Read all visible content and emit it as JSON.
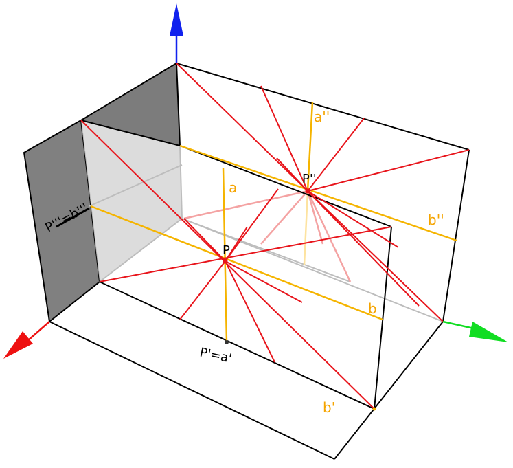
{
  "diagram": {
    "labels": {
      "p_point": "P",
      "p_double": "P''",
      "p_triple": "P'''=b'''",
      "p_prime": "P'=a'",
      "a_line": "a",
      "a_double": "a''",
      "b_line": "b",
      "b_double": "b''",
      "b_prime": "b'"
    },
    "colors": {
      "edge": "#000000",
      "wall": "#808080",
      "pencil_red": "#e8141b",
      "line_orange": "#f5b400",
      "x_axis": "#ee1111",
      "y_axis": "#11dd22",
      "z_axis": "#1122ee"
    }
  }
}
